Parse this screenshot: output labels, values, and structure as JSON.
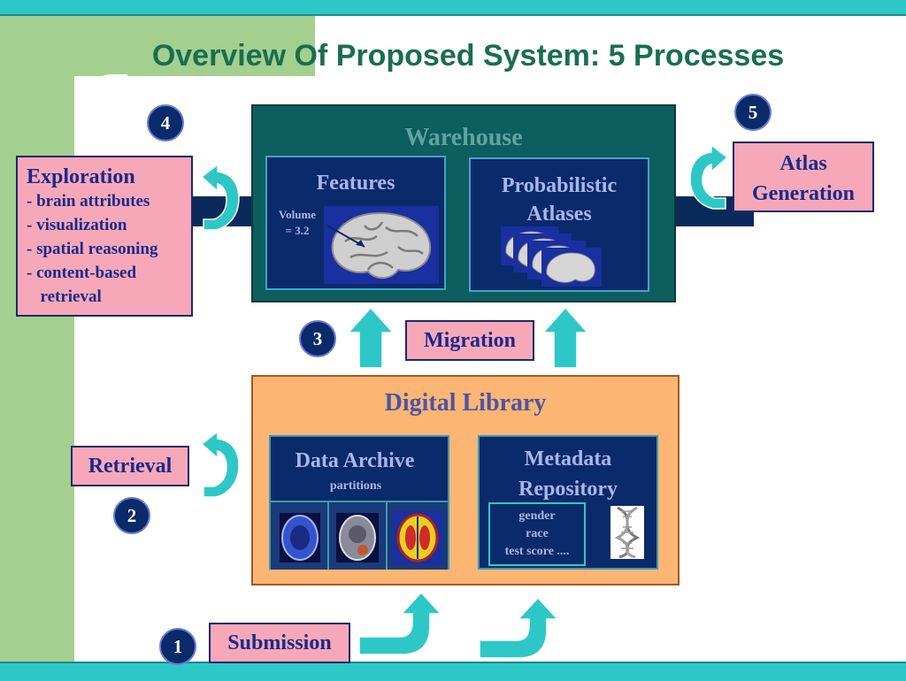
{
  "title": "Overview Of Proposed System:  5 Processes",
  "warehouse": {
    "title": "Warehouse",
    "features": {
      "title": "Features",
      "volume_line1": "Volume",
      "volume_line2": "= 3.2"
    },
    "atlases": {
      "line1": "Probabilistic",
      "line2": "Atlases"
    }
  },
  "exploration": {
    "title": "Exploration",
    "items": [
      "- brain attributes",
      "- visualization",
      "- spatial reasoning",
      "- content-based",
      "  retrieval"
    ]
  },
  "atlas_generation": {
    "line1": "Atlas",
    "line2": "Generation"
  },
  "migration": "Migration",
  "digital_library": {
    "title": "Digital Library",
    "data_archive": {
      "title": "Data Archive",
      "subtitle": "partitions"
    },
    "metadata": {
      "line1": "Metadata",
      "line2": "Repository",
      "fields": [
        "gender",
        "race",
        "test score ...."
      ]
    }
  },
  "retrieval": "Retrieval",
  "submission": "Submission",
  "steps": [
    "1",
    "2",
    "3",
    "4",
    "5"
  ],
  "colors": {
    "teal": "#2ec7c7",
    "navy": "#0b2a6a",
    "pink": "#f7a8b8",
    "orange": "#fdb574",
    "green": "#a3cf8f",
    "arrow": "#2ec7c7"
  },
  "icons": [
    "curved-arrow-icon",
    "up-arrow-icon",
    "brain-image-icon",
    "dna-helix-icon"
  ]
}
